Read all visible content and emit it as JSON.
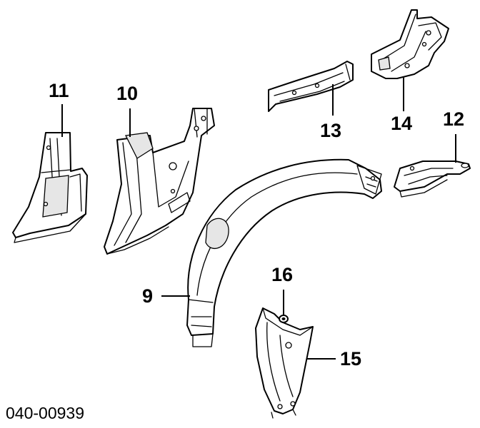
{
  "diagram": {
    "callouts": {
      "p9": "9",
      "p10": "10",
      "p11": "11",
      "p12": "12",
      "p13": "13",
      "p14": "14",
      "p15": "15",
      "p16": "16"
    },
    "document_code": "040-00939"
  }
}
